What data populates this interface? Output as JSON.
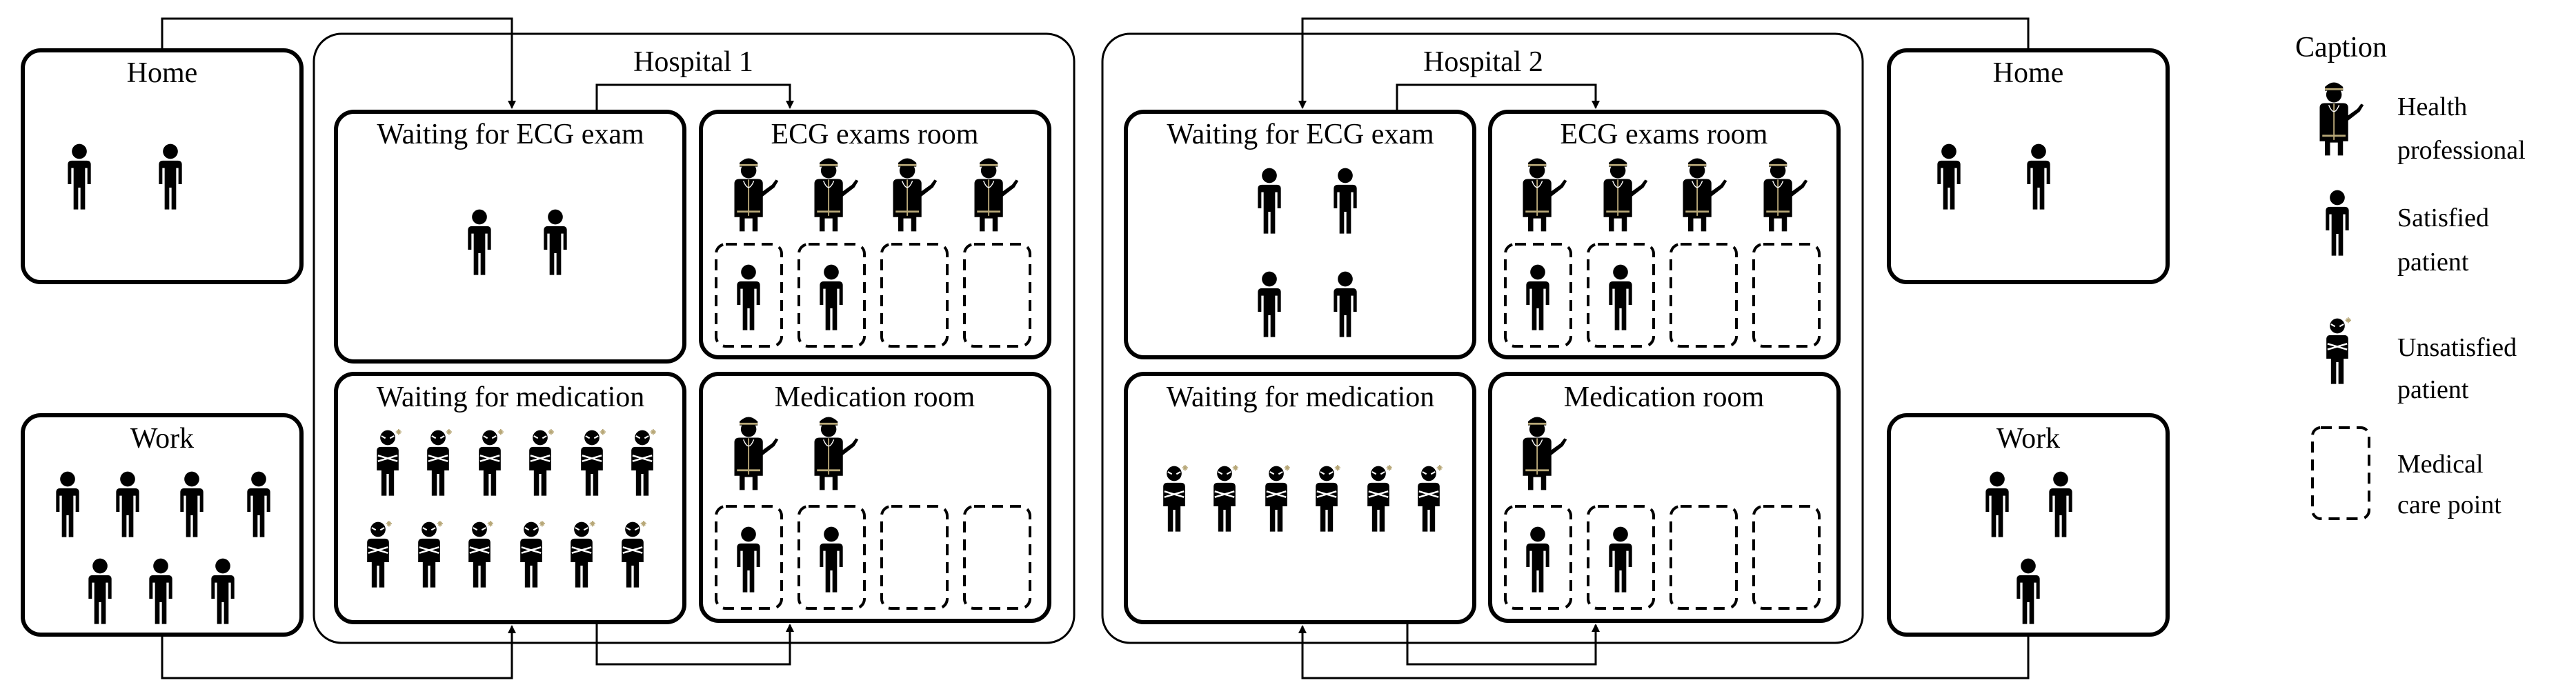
{
  "colors": {
    "stroke": "#000000",
    "accent": "#b8a878",
    "background": "#ffffff"
  },
  "home_left": {
    "title": "Home"
  },
  "work_left": {
    "title": "Work"
  },
  "home_right": {
    "title": "Home"
  },
  "work_right": {
    "title": "Work"
  },
  "hospital1": {
    "title": "Hospital 1",
    "waiting_ecg": {
      "title": "Waiting for ECG exam"
    },
    "ecg_room": {
      "title": "ECG exams room"
    },
    "waiting_med": {
      "title": "Waiting for medication"
    },
    "med_room": {
      "title": "Medication room"
    }
  },
  "hospital2": {
    "title": "Hospital 2",
    "waiting_ecg": {
      "title": "Waiting for ECG exam"
    },
    "ecg_room": {
      "title": "ECG exams room"
    },
    "waiting_med": {
      "title": "Waiting for medication"
    },
    "med_room": {
      "title": "Medication room"
    }
  },
  "caption": {
    "title": "Caption",
    "items": [
      {
        "icon": "health-professional-icon",
        "line1": "Health",
        "line2": "professional"
      },
      {
        "icon": "satisfied-patient-icon",
        "line1": "Satisfied",
        "line2": "patient"
      },
      {
        "icon": "unsatisfied-patient-icon",
        "line1": "Unsatisfied",
        "line2": "patient"
      },
      {
        "icon": "medical-care-point-icon",
        "line1": "Medical",
        "line2": "care point"
      }
    ]
  }
}
